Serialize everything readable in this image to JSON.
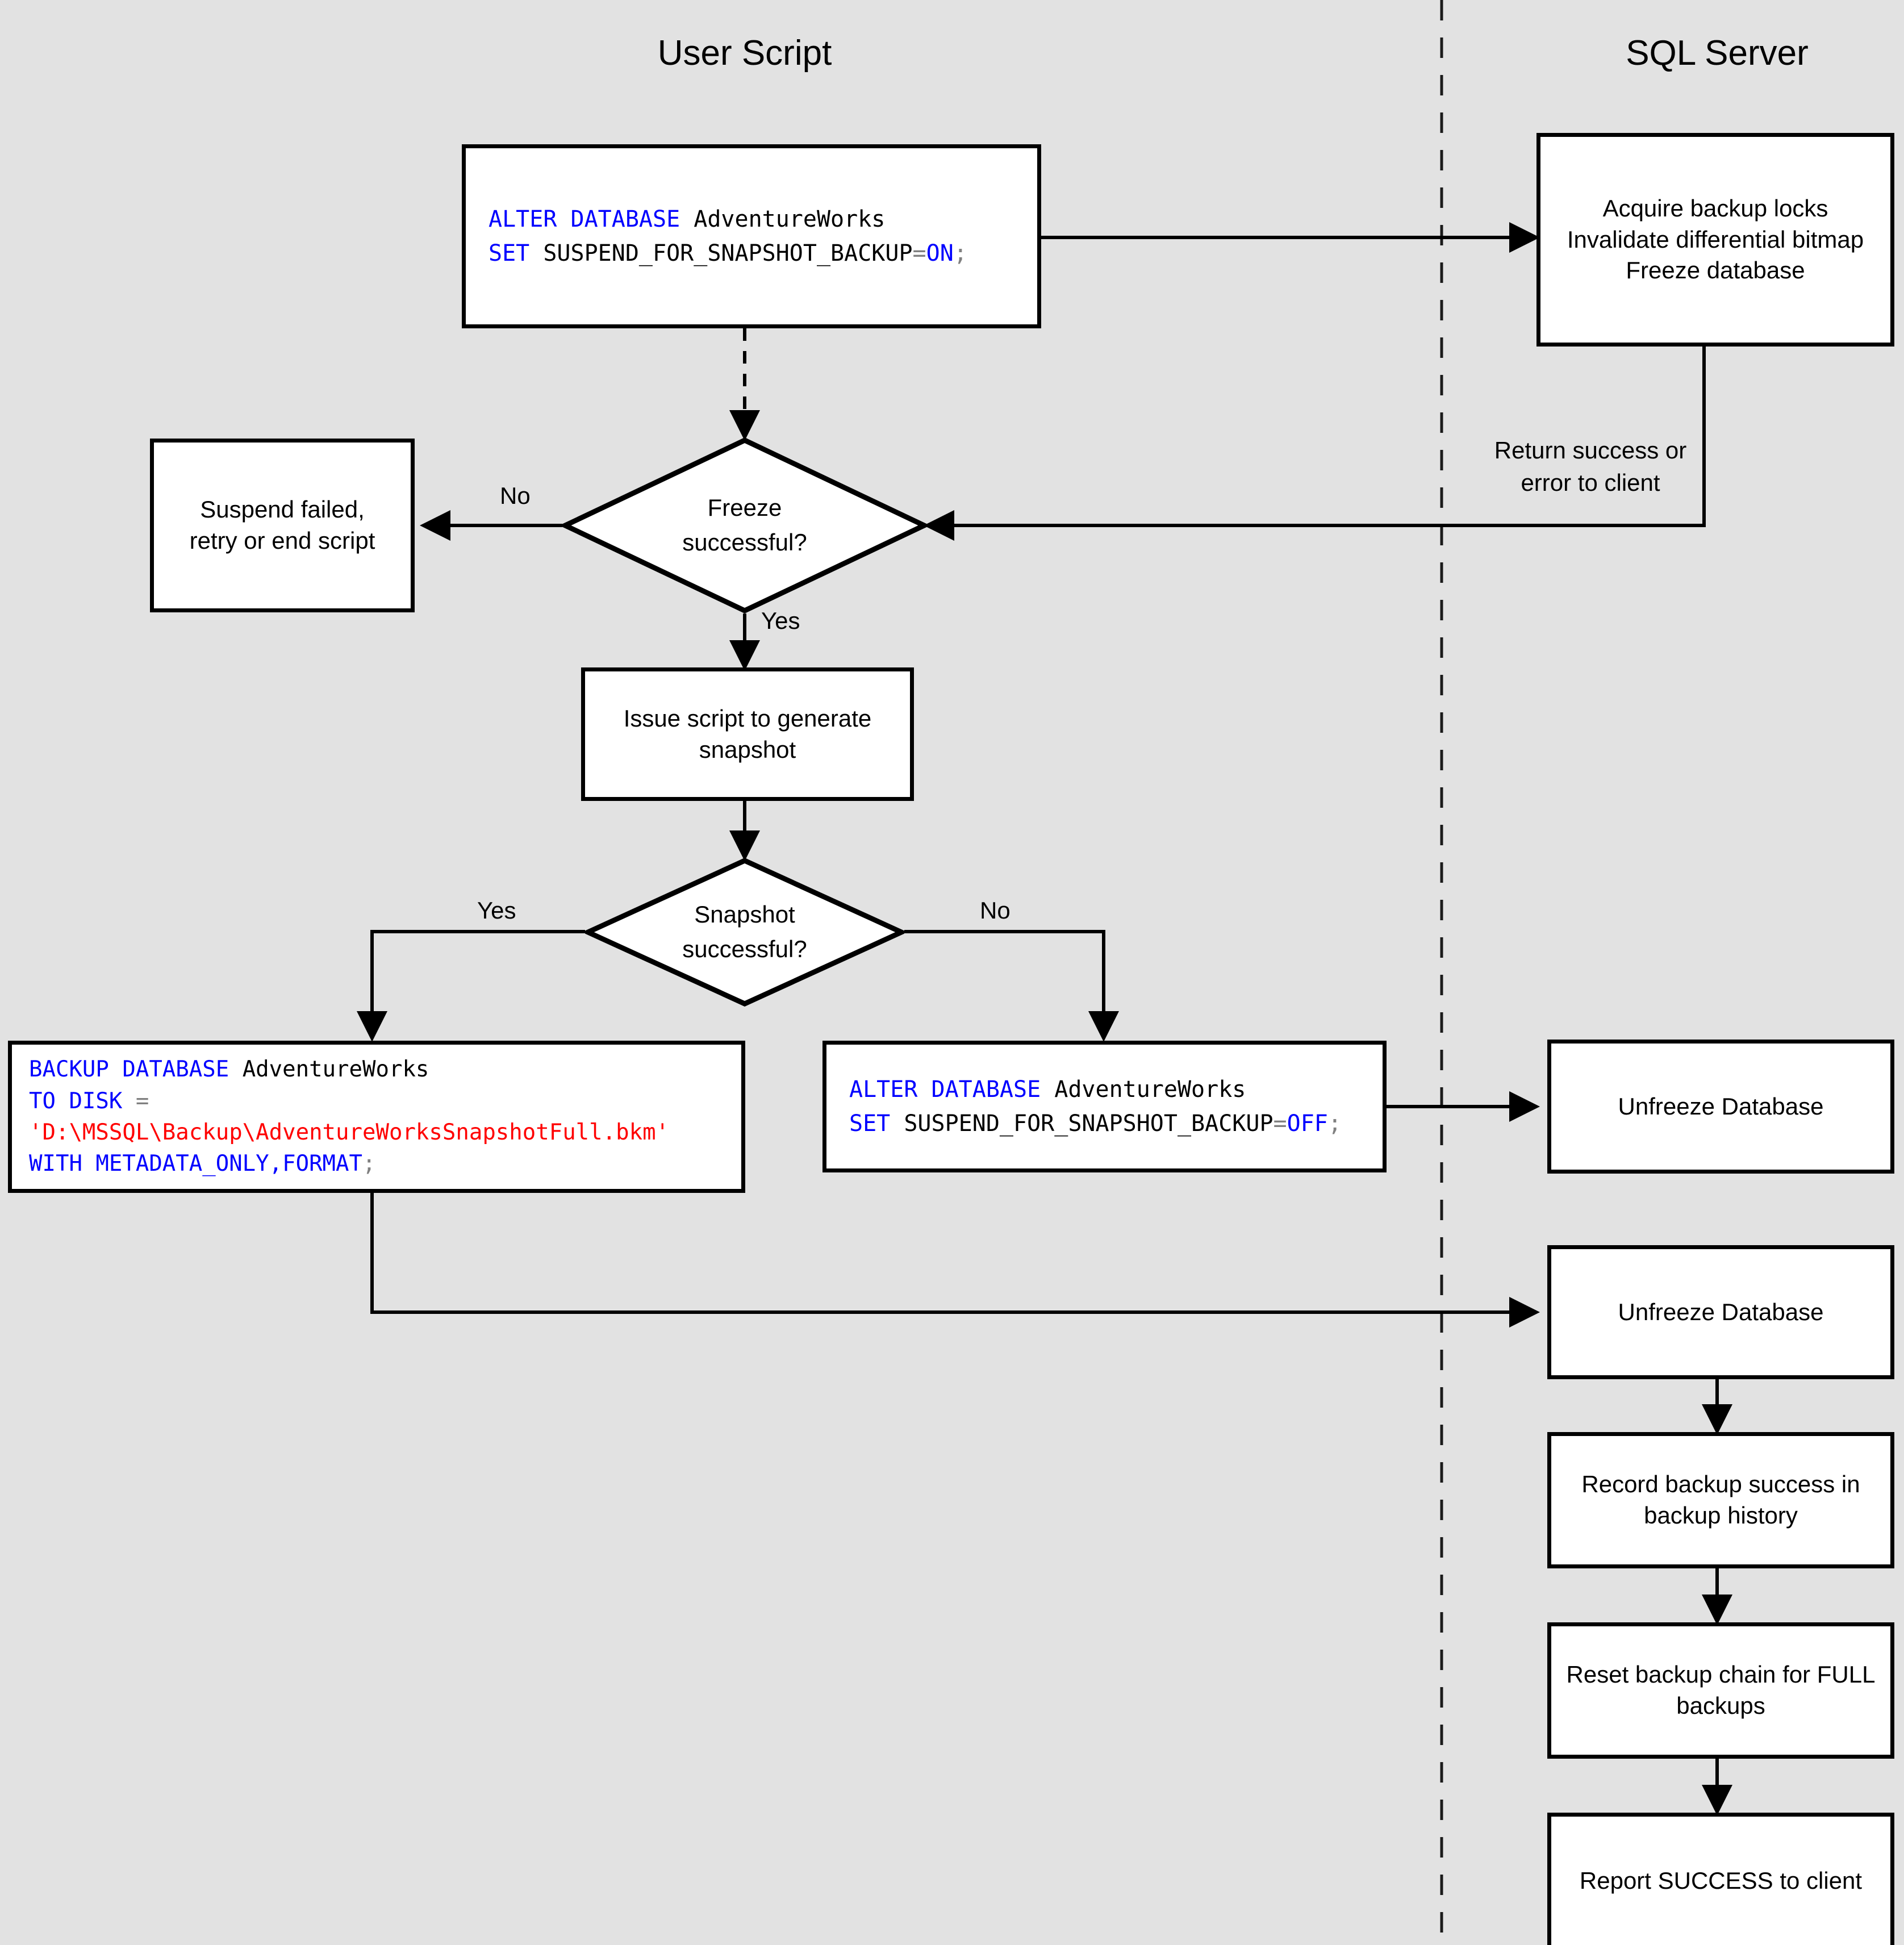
{
  "lanes": [
    {
      "id": "user-script",
      "title": "User Script"
    },
    {
      "id": "sql-server",
      "title": "SQL Server"
    }
  ],
  "nodes": {
    "alter_on": {
      "type": "code",
      "lines": [
        [
          {
            "t": "ALTER DATABASE ",
            "c": "kw"
          },
          {
            "t": "AdventureWorks",
            "c": "plain"
          }
        ],
        [
          {
            "t": "SET ",
            "c": "kw"
          },
          {
            "t": "SUSPEND_FOR_SNAPSHOT_BACKUP",
            "c": "plain"
          },
          {
            "t": "=",
            "c": "op"
          },
          {
            "t": "ON",
            "c": "kw"
          },
          {
            "t": ";",
            "c": "pun"
          }
        ]
      ],
      "plain": "ALTER DATABASE AdventureWorks\nSET SUSPEND_FOR_SNAPSHOT_BACKUP=ON;"
    },
    "acquire_locks": {
      "type": "text",
      "text": "Acquire backup locks\nInvalidate differential bitmap\nFreeze database"
    },
    "suspend_failed": {
      "type": "text",
      "text": "Suspend failed,\nretry or end script"
    },
    "freeze_successful": {
      "type": "decision",
      "text": "Freeze\nsuccessful?"
    },
    "issue_script": {
      "type": "text",
      "text": "Issue script to generate\nsnapshot"
    },
    "snapshot_successful": {
      "type": "decision",
      "text": "Snapshot\nsuccessful?"
    },
    "backup_database": {
      "type": "code",
      "lines": [
        [
          {
            "t": "BACKUP DATABASE ",
            "c": "kw"
          },
          {
            "t": "AdventureWorks",
            "c": "plain"
          }
        ],
        [
          {
            "t": "TO DISK ",
            "c": "kw"
          },
          {
            "t": "=",
            "c": "op"
          }
        ],
        [
          {
            "t": "'D:\\MSSQL\\Backup\\AdventureWorksSnapshotFull.bkm'",
            "c": "str"
          }
        ],
        [
          {
            "t": "WITH METADATA_ONLY,FORMAT",
            "c": "kw"
          },
          {
            "t": ";",
            "c": "pun"
          }
        ]
      ],
      "plain": "BACKUP DATABASE AdventureWorks\nTO DISK =\n'D:\\MSSQL\\Backup\\AdventureWorksSnapshotFull.bkm'\nWITH METADATA_ONLY,FORMAT;"
    },
    "alter_off": {
      "type": "code",
      "lines": [
        [
          {
            "t": "ALTER DATABASE ",
            "c": "kw"
          },
          {
            "t": "AdventureWorks",
            "c": "plain"
          }
        ],
        [
          {
            "t": "SET ",
            "c": "kw"
          },
          {
            "t": "SUSPEND_FOR_SNAPSHOT_BACKUP",
            "c": "plain"
          },
          {
            "t": "=",
            "c": "op"
          },
          {
            "t": "OFF",
            "c": "kw"
          },
          {
            "t": ";",
            "c": "pun"
          }
        ]
      ],
      "plain": "ALTER DATABASE AdventureWorks\nSET SUSPEND_FOR_SNAPSHOT_BACKUP=OFF;"
    },
    "unfreeze_1": {
      "type": "text",
      "text": "Unfreeze Database"
    },
    "unfreeze_2": {
      "type": "text",
      "text": "Unfreeze Database"
    },
    "record_backup": {
      "type": "text",
      "text": "Record backup success in\nbackup history"
    },
    "reset_chain": {
      "type": "text",
      "text": "Reset backup chain for FULL\nbackups"
    },
    "report_success": {
      "type": "text",
      "text": "Report SUCCESS to client"
    }
  },
  "edge_labels": {
    "freeze_no": "No",
    "freeze_yes": "Yes",
    "return_status": "Return success or\nerror to client",
    "snapshot_yes": "Yes",
    "snapshot_no": "No"
  },
  "colors": {
    "background": "#e2e2e2",
    "node_fill": "#ffffff",
    "stroke": "#000000",
    "keyword": "#0000ff",
    "string": "#ff0000",
    "operator": "#808080"
  }
}
